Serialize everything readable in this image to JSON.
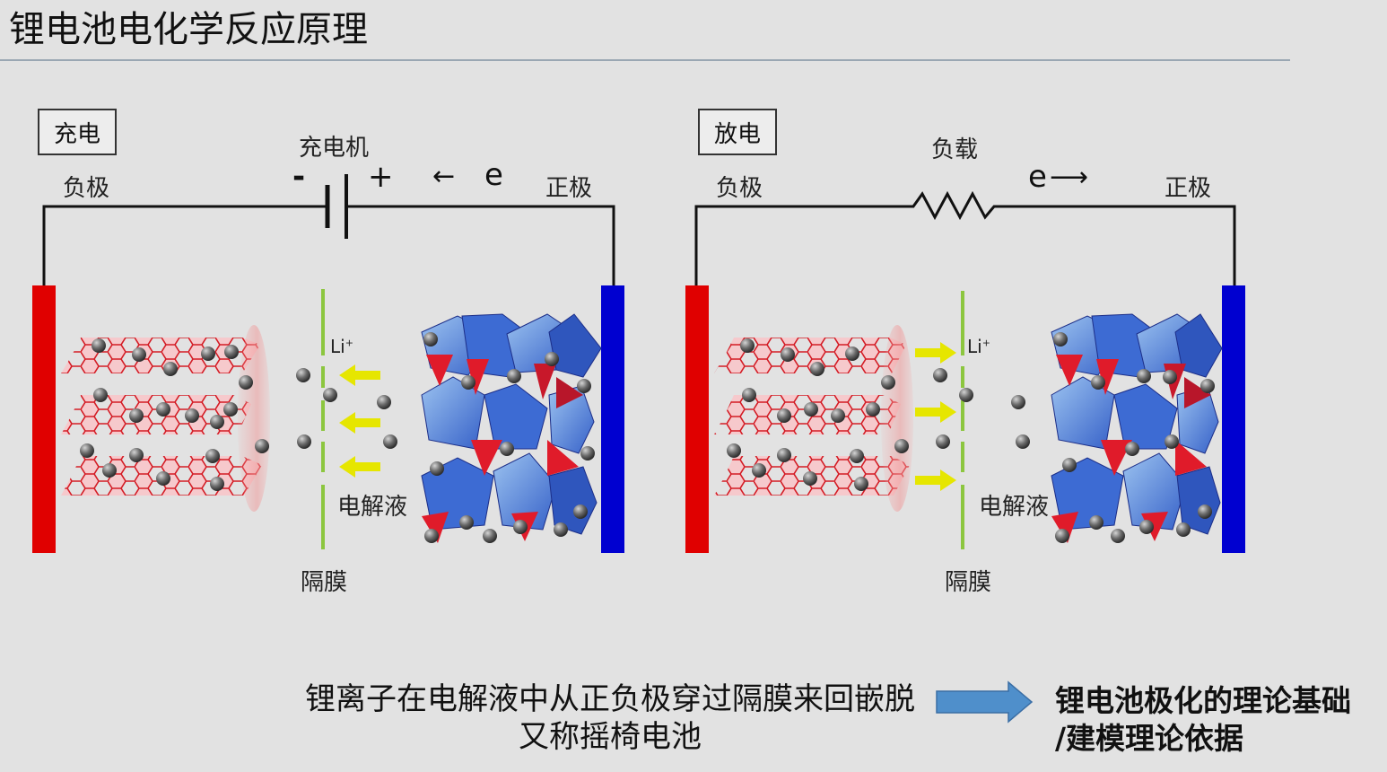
{
  "page": {
    "title": "锂电池电化学反应原理"
  },
  "charge": {
    "box_label": "充电",
    "source_label": "充电机",
    "source_minus": "-",
    "source_plus": "+",
    "electron_arrow": "←",
    "electron_label": "e",
    "anode_label": "负极",
    "cathode_label": "正极",
    "ion_label": "Li",
    "ion_charge": "+",
    "electrolyte_label": "电解液",
    "separator_label": "隔膜"
  },
  "discharge": {
    "box_label": "放电",
    "load_label": "负载",
    "electron_label": "e",
    "electron_arrow": "⟶",
    "anode_label": "负极",
    "cathode_label": "正极",
    "ion_label": "Li",
    "ion_charge": "+",
    "electrolyte_label": "电解液",
    "separator_label": "隔膜"
  },
  "caption": {
    "line1": "锂离子在电解液中从正负极穿过隔膜来回嵌脱",
    "line2": "又称摇椅电池"
  },
  "conclusion": {
    "line1": "锂电池极化的理论基础",
    "line2": "/建模理论依据"
  },
  "colors": {
    "anode": "#e00000",
    "cathode": "#0000d0",
    "separator": "#8cc63f",
    "ion_arrow": "#e6e600",
    "flow_arrow": "#4f8fcb"
  }
}
